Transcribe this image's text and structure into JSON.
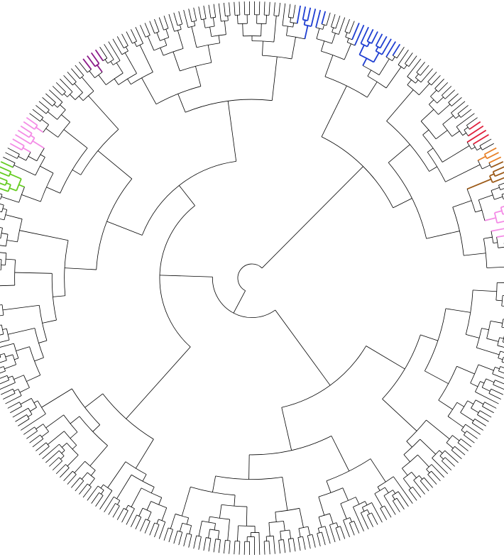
{
  "diagram": {
    "type": "circular-dendrogram",
    "leaf_count": 340,
    "branch_color": "#000000",
    "background": "#ffffff",
    "highlighted_clades": [
      {
        "color": "#66cc22",
        "leaves": [
          188,
          194
        ]
      },
      {
        "color": "#f48ce6",
        "leaves": [
          197,
          204
        ]
      },
      {
        "color": "#8b1a89",
        "leaves": [
          219,
          223
        ]
      },
      {
        "color": "#1f3fd2",
        "leaves": [
          264,
          270
        ]
      },
      {
        "color": "#1f3fd2",
        "leaves": [
          276,
          286
        ]
      },
      {
        "color": "#e0203c",
        "leaves": [
          307,
          311
        ]
      },
      {
        "color": "#e8822a",
        "leaves": [
          313,
          316
        ]
      },
      {
        "color": "#9c5a18",
        "leaves": [
          316,
          320
        ]
      },
      {
        "color": "#f48ce6",
        "leaves": [
          324,
          332
        ]
      }
    ]
  }
}
